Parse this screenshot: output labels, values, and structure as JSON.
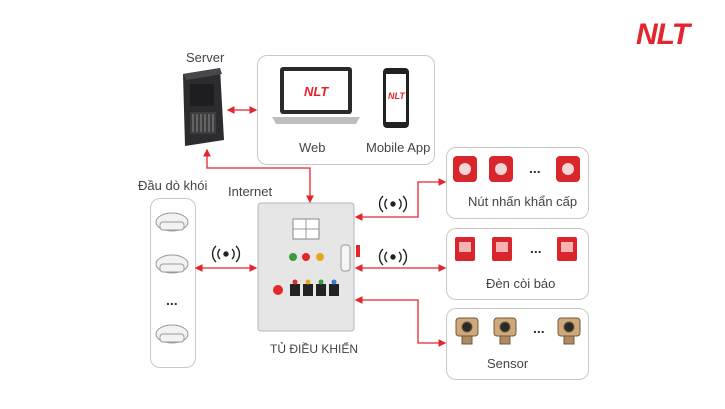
{
  "brand": {
    "logo": "NLT",
    "accent": "#e3262e"
  },
  "labels": {
    "server": "Server",
    "web": "Web",
    "mobile_app": "Mobile App",
    "internet": "Internet",
    "smoke_detector": "Đầu dò khói",
    "panel": "TỦ ĐIỀU KHIỂN",
    "emergency_button": "Nút nhấn khẩn cấp",
    "siren": "Đèn còi báo",
    "sensor": "Sensor",
    "ellipsis": "...",
    "laptop_logo": "NLT",
    "phone_logo": "NLT"
  },
  "icons": [
    "server-icon",
    "laptop-icon",
    "phone-icon",
    "wireless-signal-icon",
    "smoke-detector-icon",
    "control-panel-icon",
    "alarm-button-icon",
    "siren-light-icon",
    "gas-sensor-icon"
  ]
}
